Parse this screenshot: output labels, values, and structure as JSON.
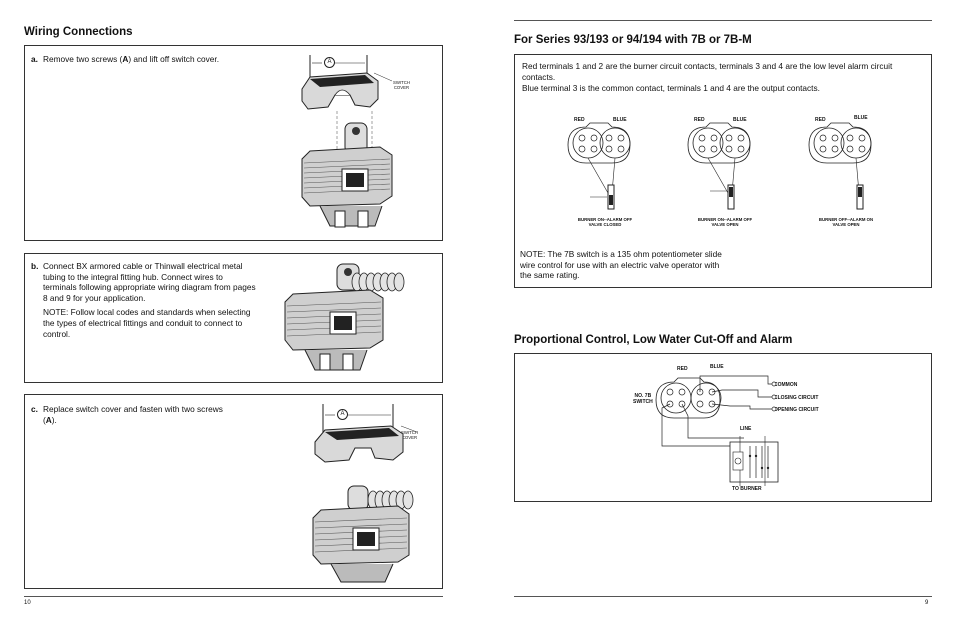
{
  "left_page": {
    "heading": "Wiring Connections",
    "page_number": "10",
    "step_a": {
      "letter": "a.",
      "text_pre": "Remove two screws (",
      "text_bold": "A",
      "text_post": ") and lift off switch cover.",
      "callout": "A",
      "label_line1": "SWITCH",
      "label_line2": "COVER"
    },
    "step_b": {
      "letter": "b.",
      "para1": "Connect BX armored cable or Thinwall electrical metal tubing to the integral fitting hub. Connect wires to terminals following appropriate wiring diagram from pages 8 and 9 for your application.",
      "para2": "NOTE: Follow local codes and standards when selecting the types of electrical fittings and conduit to connect to control."
    },
    "step_c": {
      "letter": "c.",
      "text_pre": "Replace switch cover and fasten with two screws (",
      "text_bold": "A",
      "text_post": ").",
      "callout": "A",
      "label_line1": "SWITCH",
      "label_line2": "COVER"
    }
  },
  "right_page": {
    "heading1": "For Series 93/193 or 94/194 with 7B or 7B-M",
    "heading2": "Proportional Control, Low Water Cut-Off and Alarm",
    "page_number": "9",
    "intro_line1": "Red terminals 1 and 2 are the burner circuit contacts, terminals 3 and 4 are the low level alarm circuit contacts.",
    "intro_line2": "Blue terminal 3 is the common contact, terminals 1 and 4 are the output contacts.",
    "note": "NOTE: The 7B switch is a 135 ohm potentiometer slide wire control for use with an electric valve operator with the same rating.",
    "switch_diagrams": [
      {
        "red": "RED",
        "blue": "BLUE",
        "cap1": "BURNER ON--ALARM OFF",
        "cap2": "VALVE CLOSED"
      },
      {
        "red": "RED",
        "blue": "BLUE",
        "cap1": "BURNER ON--ALARM OFF",
        "cap2": "VALVE OPEN"
      },
      {
        "red": "RED",
        "blue": "BLUE",
        "cap1": "BURNER OFF--ALARM ON",
        "cap2": "VALVE OPEN"
      }
    ],
    "wiring": {
      "red": "RED",
      "blue": "BLUE",
      "switch_line1": "NO. 7B",
      "switch_line2": "SWITCH",
      "common": "COMMON",
      "closing": "CLOSING CIRCUIT",
      "opening": "OPENING CIRCUIT",
      "line": "LINE",
      "to_burner": "TO BURNER"
    }
  }
}
